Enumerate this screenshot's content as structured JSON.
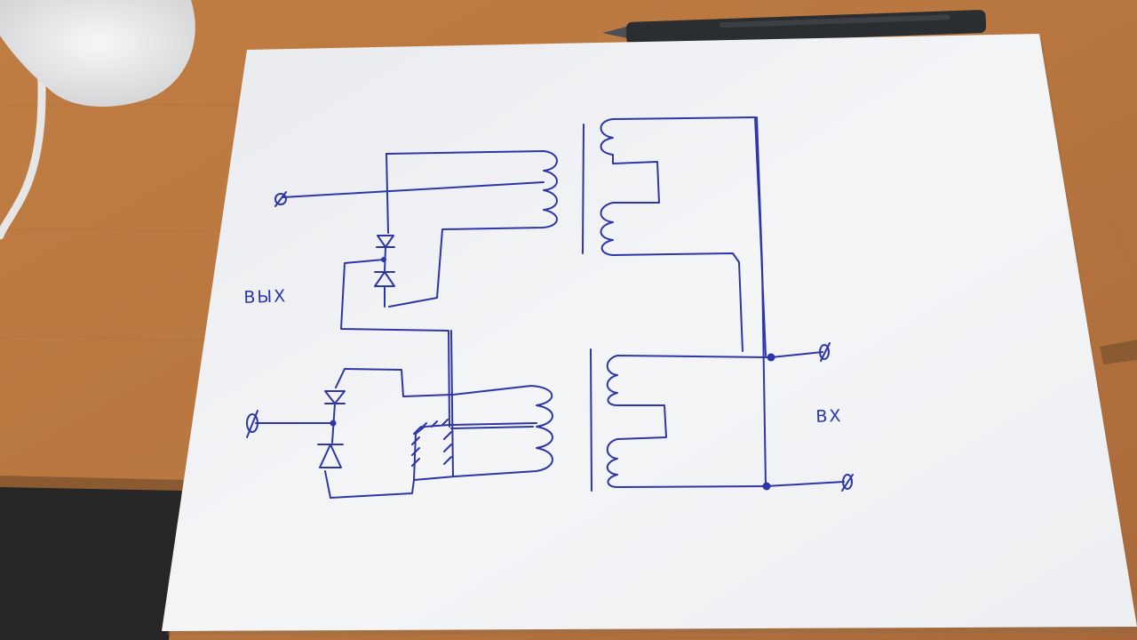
{
  "labels": {
    "output": "ВЫХ",
    "input": "ВХ"
  },
  "colors": {
    "ink": "#2c36a8",
    "paper": "#f5f6f8",
    "desk": "#b7773f",
    "pen_body": "#2b2e31",
    "charger": "#e9e9ea"
  },
  "objects": [
    "hand-drawn-circuit-sheet",
    "pen",
    "white-charger-with-cable",
    "wooden-desk"
  ]
}
